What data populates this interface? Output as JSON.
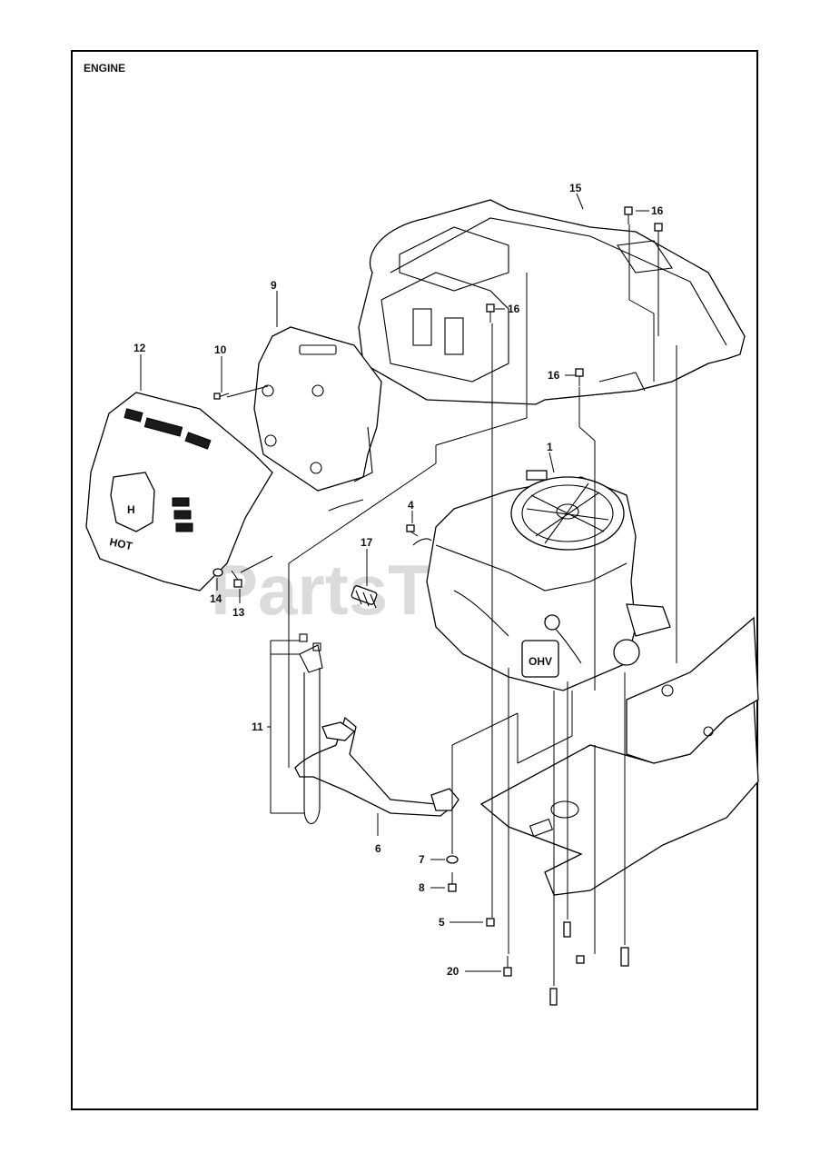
{
  "title": "ENGINE",
  "watermark": "PartsTree",
  "callouts": {
    "c1": "1",
    "c4": "4",
    "c5": "5",
    "c6": "6",
    "c7": "7",
    "c8": "8",
    "c9": "9",
    "c10": "10",
    "c11": "11",
    "c12": "12",
    "c13": "13",
    "c14": "14",
    "c15": "15",
    "c16a": "16",
    "c16b": "16",
    "c16c": "16",
    "c17": "17",
    "c20": "20"
  },
  "logo": {
    "brand_mark": "H",
    "hood_text": "HOT",
    "engine_badge": "OHV"
  }
}
